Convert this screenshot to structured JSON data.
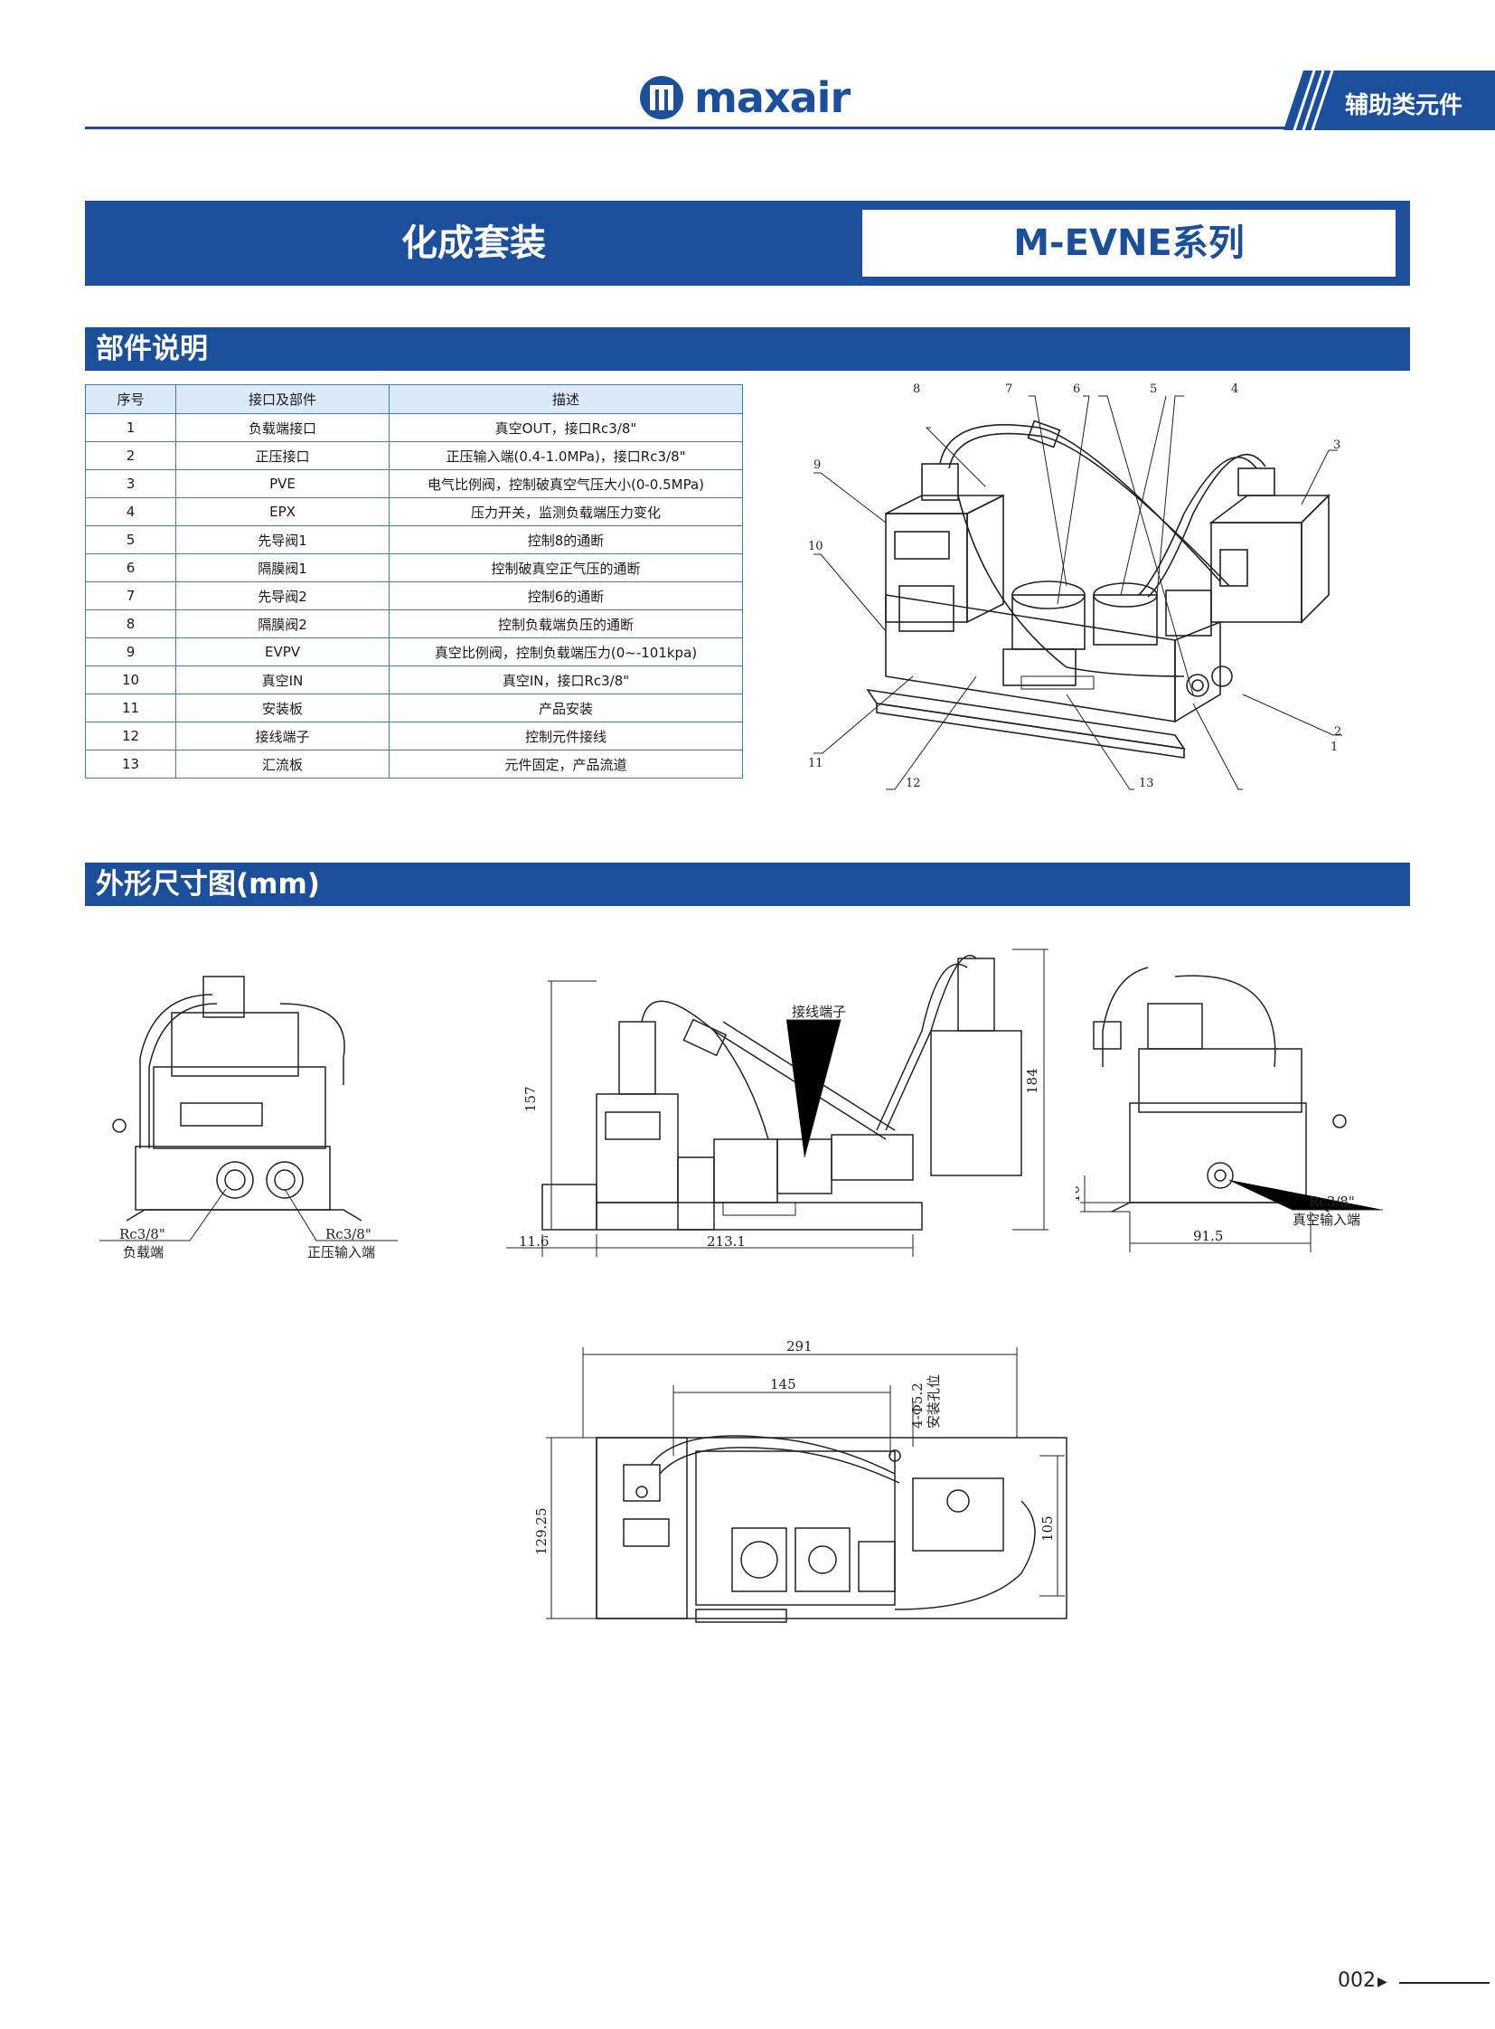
{
  "header": {
    "brand": "maxair",
    "category_tab": "辅助类元件"
  },
  "banner": {
    "title": "化成套装",
    "series": "M-EVNE系列"
  },
  "sections": {
    "parts": "部件说明",
    "dimensions": "外形尺寸图(mm)"
  },
  "table": {
    "headers": [
      "序号",
      "接口及部件",
      "描述"
    ],
    "rows": [
      [
        "1",
        "负载端接口",
        "真空OUT，接口Rc3/8\""
      ],
      [
        "2",
        "正压接口",
        "正压输入端(0.4-1.0MPa)，接口Rc3/8\""
      ],
      [
        "3",
        "PVE",
        "电气比例阀，控制破真空气压大小(0-0.5MPa)"
      ],
      [
        "4",
        "EPX",
        "压力开关，监测负载端压力变化"
      ],
      [
        "5",
        "先导阀1",
        "控制8的通断"
      ],
      [
        "6",
        "隔膜阀1",
        "控制破真空正气压的通断"
      ],
      [
        "7",
        "先导阀2",
        "控制6的通断"
      ],
      [
        "8",
        "隔膜阀2",
        "控制负载端负压的通断"
      ],
      [
        "9",
        "EVPV",
        "真空比例阀，控制负载端压力(0~-101kpa)"
      ],
      [
        "10",
        "真空IN",
        "真空IN，接口Rc3/8\""
      ],
      [
        "11",
        "安装板",
        "产品安装"
      ],
      [
        "12",
        "接线端子",
        "控制元件接线"
      ],
      [
        "13",
        "汇流板",
        "元件固定，产品流道"
      ]
    ]
  },
  "callouts": [
    "1",
    "2",
    "3",
    "4",
    "5",
    "6",
    "7",
    "8",
    "9",
    "10",
    "11",
    "12",
    "13"
  ],
  "dimensions": {
    "left_view": {
      "port1": "Rc3/8\"",
      "port1_label": "负载端",
      "port2": "Rc3/8\"",
      "port2_label": "正压输入端"
    },
    "front_view": {
      "height": "157",
      "total_height": "184",
      "offset": "11.6",
      "width": "213.1",
      "terminal_label": "接线端子"
    },
    "right_view": {
      "base_height": "10",
      "width": "91.5",
      "port": "Rc3/8\"",
      "port_label": "真空输入端"
    },
    "top_view": {
      "total_length": "291",
      "hole_spacing": "145",
      "hole_spec": "4-Φ5.2",
      "hole_label": "安装孔位",
      "depth": "129.25",
      "height": "105"
    }
  },
  "footer": {
    "page": "002"
  },
  "colors": {
    "brand_blue": "#1b4f9c",
    "table_border": "#3a7cc4",
    "table_header": "#dbe8f6"
  }
}
